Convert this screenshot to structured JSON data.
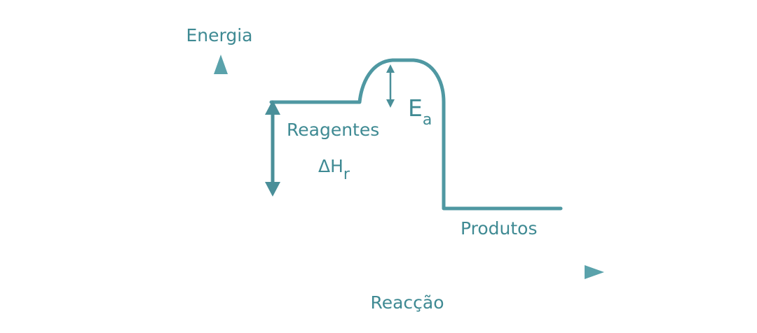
{
  "diagram": {
    "title_y_axis": "Energia",
    "title_x_axis": "Reacção",
    "label_reactants": "Reagentes",
    "label_products": "Produtos",
    "label_activation_main": "E",
    "label_activation_sub": "a",
    "label_enthalpy_symbol": "ΔH",
    "label_enthalpy_sub": "r"
  },
  "colors": {
    "curve": "#4f98a2",
    "text": "#3f8a93",
    "axis_dark": "#0f3b3f",
    "axis_light": "#5aa2ab",
    "arrow": "#4a8f99"
  }
}
